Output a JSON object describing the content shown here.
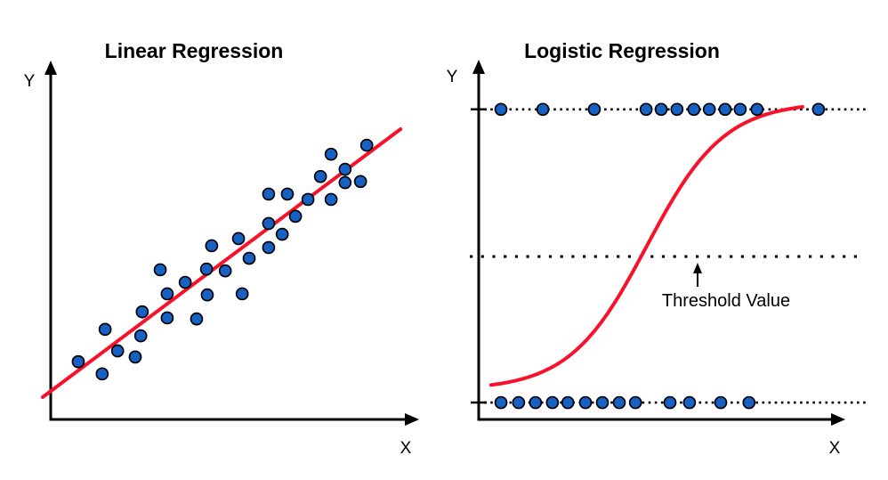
{
  "figure": {
    "background": "#ffffff",
    "colors": {
      "dot_fill": "#1761c4",
      "dot_stroke": "#000000",
      "regression_red": "#f8112b",
      "axis_black": "#000000",
      "text": "#000000"
    }
  },
  "chart_data": [
    {
      "type": "scatter",
      "title": "Linear Regression",
      "xlabel": "X",
      "ylabel": "Y",
      "x_range": [
        0,
        100
      ],
      "y_range": [
        0,
        100
      ],
      "grid": false,
      "legend": false,
      "points": [
        [
          86.0,
          76.4
        ],
        [
          76.3,
          73.9
        ],
        [
          80.1,
          69.7
        ],
        [
          73.4,
          67.7
        ],
        [
          80.1,
          66.0
        ],
        [
          84.3,
          66.3
        ],
        [
          59.3,
          62.8
        ],
        [
          64.4,
          62.8
        ],
        [
          70.0,
          61.3
        ],
        [
          76.3,
          61.3
        ],
        [
          66.6,
          56.6
        ],
        [
          59.3,
          54.6
        ],
        [
          63.0,
          51.6
        ],
        [
          51.1,
          50.4
        ],
        [
          43.8,
          48.4
        ],
        [
          59.3,
          47.9
        ],
        [
          54.0,
          44.9
        ],
        [
          29.8,
          41.7
        ],
        [
          42.4,
          41.9
        ],
        [
          47.5,
          41.4
        ],
        [
          36.6,
          38.2
        ],
        [
          31.7,
          35.0
        ],
        [
          42.6,
          34.7
        ],
        [
          52.1,
          35.0
        ],
        [
          24.9,
          30.0
        ],
        [
          31.7,
          28.3
        ],
        [
          39.7,
          28.0
        ],
        [
          14.8,
          25.1
        ],
        [
          24.5,
          23.3
        ],
        [
          18.2,
          19.1
        ],
        [
          23.0,
          17.4
        ],
        [
          7.5,
          16.1
        ],
        [
          14.0,
          12.7
        ]
      ],
      "fit_line": {
        "x1": -2.2,
        "y1": 6.2,
        "x2": 95.2,
        "y2": 80.9
      }
    },
    {
      "type": "scatter",
      "subtype": "logistic-sigmoid",
      "title": "Logistic Regression",
      "xlabel": "X",
      "ylabel": "Y",
      "x_range": [
        0,
        100
      ],
      "y_range": [
        0,
        100
      ],
      "grid": false,
      "legend": false,
      "class1": {
        "y_level": 86.4,
        "x_values": [
          6.3,
          17.7,
          31.7,
          45.8,
          49.9,
          54.2,
          58.8,
          63.0,
          67.3,
          71.4,
          76.0,
          92.7
        ]
      },
      "class0": {
        "y_level": 4.7,
        "x_values": [
          6.3,
          11.1,
          15.7,
          20.3,
          24.5,
          29.3,
          33.9,
          38.5,
          42.9,
          52.3,
          57.6,
          66.1,
          73.8
        ]
      },
      "threshold": {
        "y_level": 45.4,
        "label": "Threshold Value"
      },
      "sigmoid": {
        "x_start": 3.6,
        "x_end": 88.4,
        "x_mid": 46,
        "k": 0.095,
        "y_bottom": 8.2,
        "y_top": 88.5
      }
    }
  ]
}
